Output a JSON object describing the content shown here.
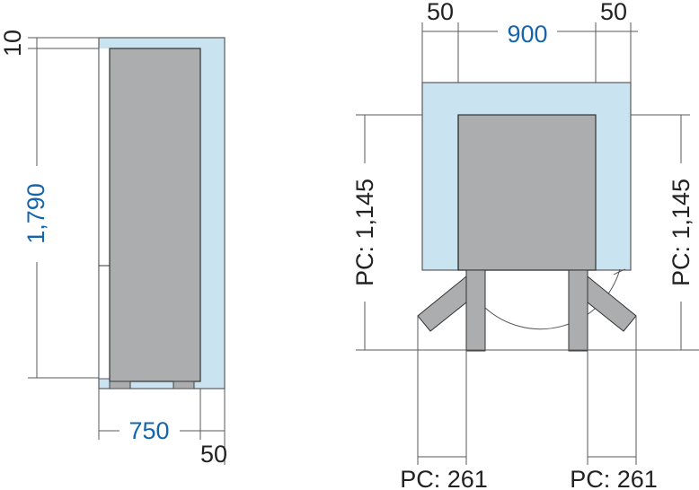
{
  "colors": {
    "cabinet_fill": "#c9e3f0",
    "unit_fill": "#abadae",
    "outline": "#555555",
    "dim_line": "#5a5a5a",
    "black_text": "#222222",
    "blue_text": "#1565ad"
  },
  "side_view": {
    "top_gap_label": "10",
    "height_label": "1,790",
    "depth_label": "750",
    "back_gap_label": "50"
  },
  "front_view": {
    "left_gap_label": "50",
    "width_label": "900",
    "right_gap_label": "50",
    "left_height_label": "PC: 1,145",
    "right_height_label": "PC: 1,145",
    "left_arm_label": "PC: 261",
    "right_arm_label": "PC: 261"
  }
}
